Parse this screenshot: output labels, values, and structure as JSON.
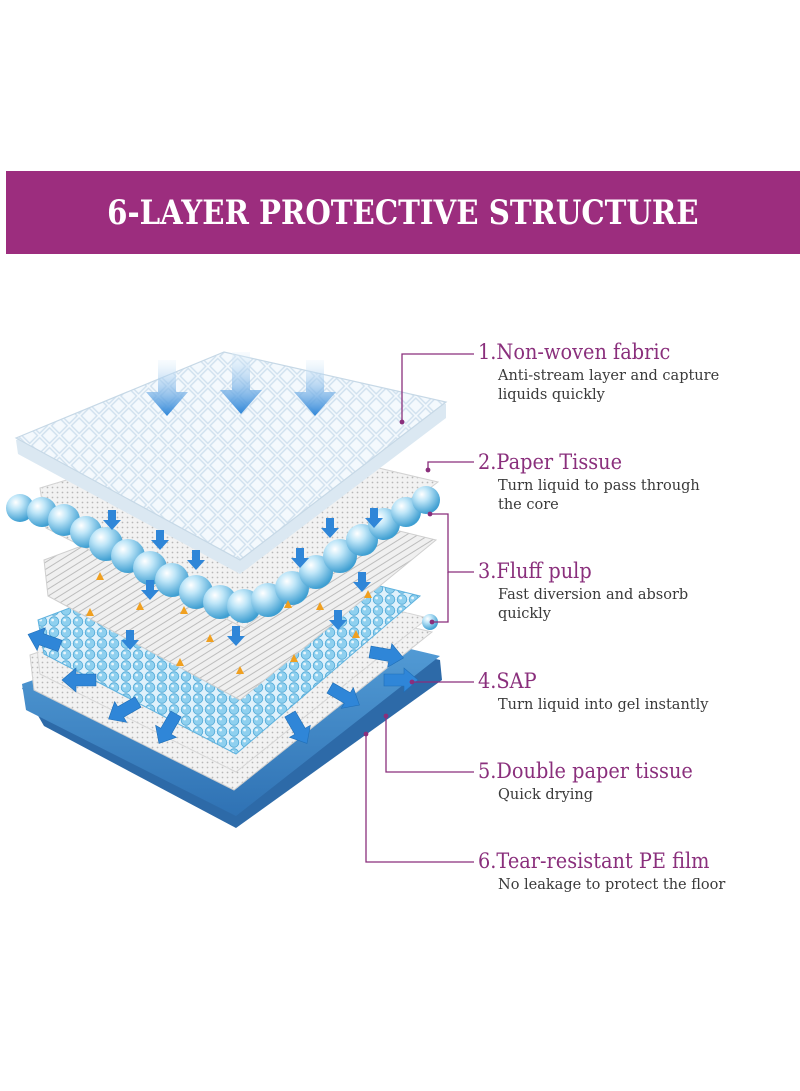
{
  "title": "6-LAYER PROTECTIVE STRUCTURE",
  "colors": {
    "banner": "#9c2d7e",
    "title_text": "#ffffff",
    "layer_title": "#8a2f7c",
    "leader_line": "#8a2f7c",
    "pe_film": "#3f88c8",
    "beads": "#7cc6ea",
    "arrows": "#2f86d8",
    "flow_dots": "#f0a020"
  },
  "layers": [
    {
      "title": "1.Non-woven fabric",
      "description": "Anti-stream layer and capture\nliquids quickly"
    },
    {
      "title": "2.Paper Tissue",
      "description": "Turn liquid to pass through\nthe core"
    },
    {
      "title": "3.Fluff  pulp",
      "description": "Fast diversion and absorb\nquickly"
    },
    {
      "title": "4.SAP",
      "description": "Turn liquid into gel instantly"
    },
    {
      "title": "5.Double paper tissue",
      "description": "Quick drying"
    },
    {
      "title": "6.Tear-resistant PE film",
      "description": "No leakage to protect the floor"
    }
  ]
}
